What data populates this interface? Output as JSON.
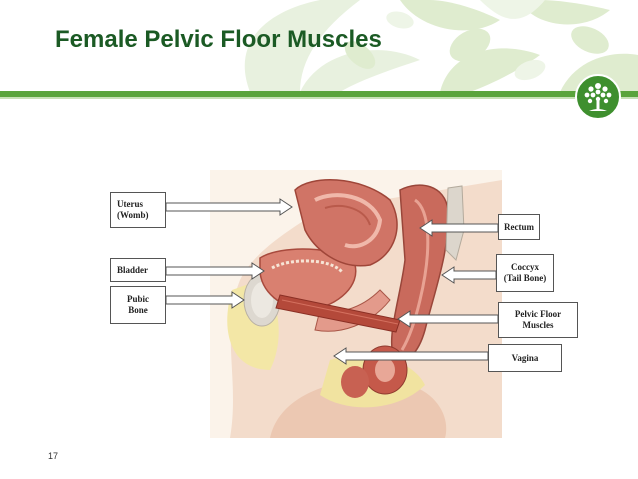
{
  "slide": {
    "title": "Female Pelvic Floor Muscles",
    "number": "17"
  },
  "logo": {
    "icon": "tree-icon",
    "color": "#3e8f2e"
  },
  "colors": {
    "title": "#1b5a24",
    "accent": "#5aa43c"
  },
  "labels": {
    "uterus": "Uterus\n(Womb)",
    "bladder": "Bladder",
    "pubic_bone": "Pubic\nBone",
    "rectum": "Rectum",
    "coccyx": "Coccyx\n(Tail Bone)",
    "pelvic_floor_muscles": "Pelvic Floor\nMuscles",
    "vagina": "Vagina"
  }
}
